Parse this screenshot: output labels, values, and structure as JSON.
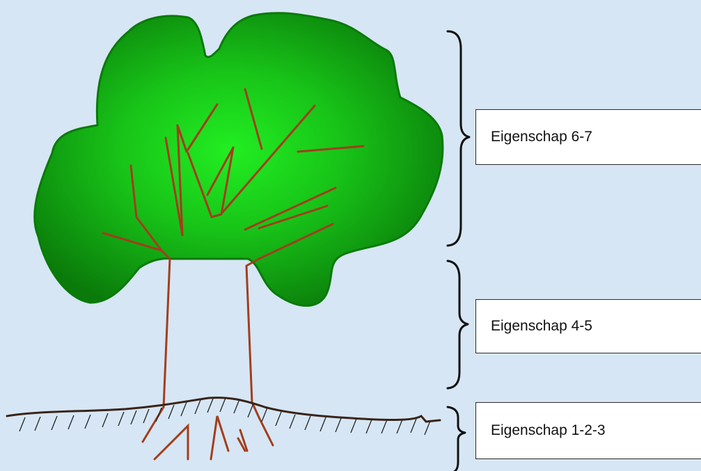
{
  "labels": {
    "crown": "Eigenschap 6-7",
    "trunk": "Eigenschap 4-5",
    "roots": "Eigenschap 1-2-3"
  },
  "colors": {
    "background": "#d6e6f4",
    "crown_center": "#22ee22",
    "crown_edge": "#0a7a0a",
    "branch": "#a23e1c",
    "ground": "#3a2418"
  }
}
